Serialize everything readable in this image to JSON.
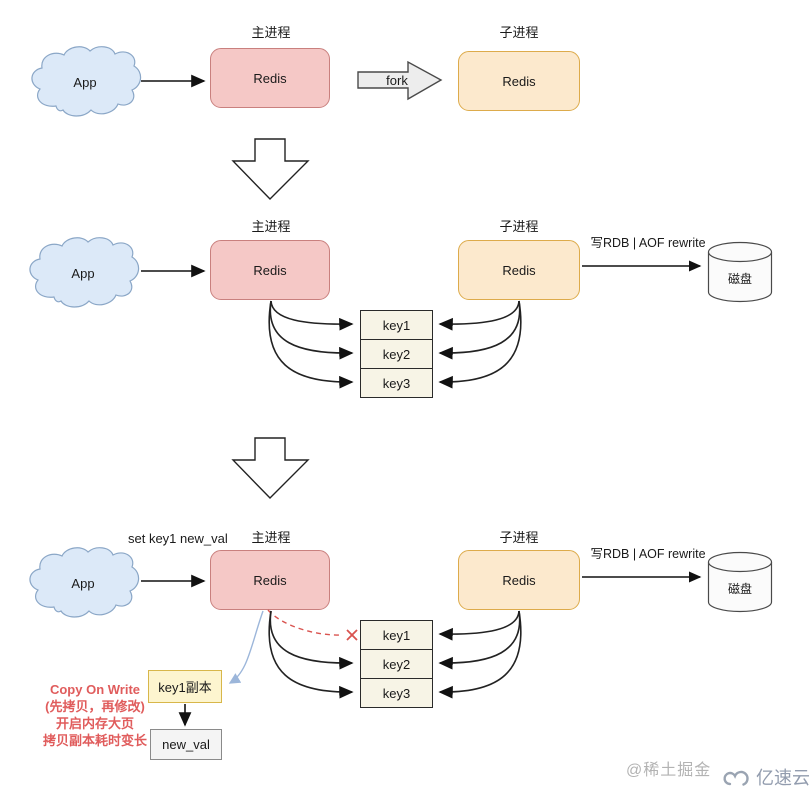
{
  "colors": {
    "main_process_fill": "#f5c8c6",
    "main_process_border": "#c9807e",
    "child_process_fill": "#fce9cd",
    "child_process_border": "#ddab4b",
    "cloud_fill": "#dce9f8",
    "cloud_border": "#8ba7c7",
    "key_cell_fill": "#f7f4e6",
    "copy_box_fill": "#fdf5cf",
    "copy_box_border": "#d8b74a",
    "new_val_fill": "#f4f4f4",
    "cow_note_color": "#e05c5c",
    "broken_link_color": "#d9534f",
    "copy_arrow_color": "#9cb6da",
    "watermark_color": "#b3b3b3"
  },
  "section1": {
    "main_process_label": "主进程",
    "child_process_label": "子进程",
    "app_label": "App",
    "main_redis_label": "Redis",
    "child_redis_label": "Redis",
    "fork_label": "fork"
  },
  "section2": {
    "main_process_label": "主进程",
    "child_process_label": "子进程",
    "app_label": "App",
    "main_redis_label": "Redis",
    "child_redis_label": "Redis",
    "write_label": "写RDB | AOF rewrite",
    "disk_label": "磁盘",
    "keys": [
      "key1",
      "key2",
      "key3"
    ]
  },
  "section3": {
    "main_process_label": "主进程",
    "child_process_label": "子进程",
    "app_label": "App",
    "main_redis_label": "Redis",
    "child_redis_label": "Redis",
    "write_label": "写RDB | AOF rewrite",
    "disk_label": "磁盘",
    "keys": [
      "key1",
      "key2",
      "key3"
    ],
    "set_command": "set key1 new_val",
    "copy_box_label": "key1副本",
    "new_val_label": "new_val",
    "cow_note": [
      "Copy On Write",
      "(先拷贝，再修改)",
      "开启内存大页",
      "拷贝副本耗时变长"
    ]
  },
  "watermark": {
    "handle": "@稀土掘金",
    "brand": "亿速云"
  }
}
